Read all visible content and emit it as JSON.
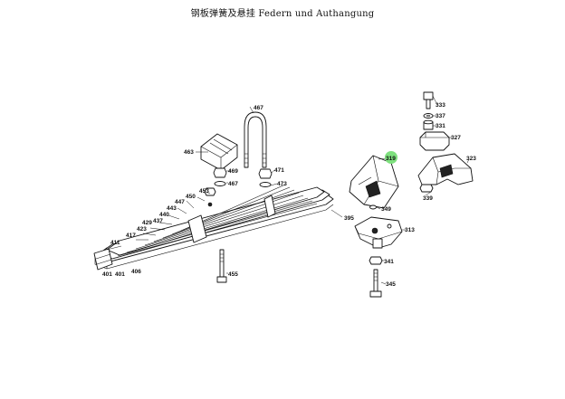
{
  "title": "钢板弹簧及悬挂   Federn und Authangung",
  "highlight_color": "#7ee07e",
  "labels": {
    "p463": "463",
    "p467": "467",
    "p469": "469",
    "p467b": "467",
    "p471": "471",
    "p473": "473",
    "p453": "453",
    "p450": "450",
    "p447": "447",
    "p443": "443",
    "p440": "440",
    "p437": "437",
    "p429": "429",
    "p423": "423",
    "p417": "417",
    "p411": "411",
    "p401a": "401",
    "p401b": "401",
    "p406": "406",
    "p395": "395",
    "p455": "455",
    "p319": "319",
    "p349": "349",
    "p313": "313",
    "p341": "341",
    "p345": "345",
    "p333": "333",
    "p337": "337",
    "p331": "331",
    "p327": "327",
    "p323": "323",
    "p339": "339"
  }
}
